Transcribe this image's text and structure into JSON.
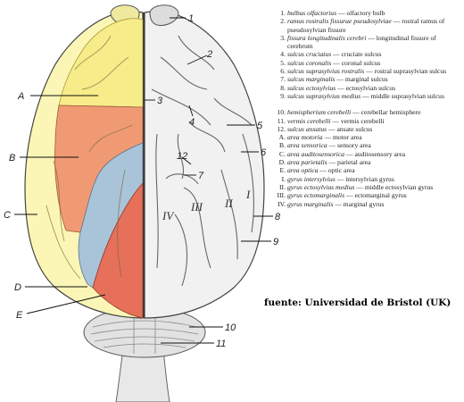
{
  "figure": {
    "left_labels": [
      "A",
      "B",
      "C",
      "D",
      "E"
    ],
    "right_labels": [
      "1",
      "2",
      "3",
      "4",
      "5",
      "6",
      "7",
      "8",
      "9",
      "10",
      "11",
      "12"
    ],
    "gyrus_numerals": [
      "I",
      "II",
      "III",
      "IV"
    ],
    "colors": {
      "motor": "#f7ec8a",
      "sensory": "#f09a74",
      "auditory": "#fbf6b6",
      "parietal": "#a9c4d9",
      "optic": "#e6705a",
      "right_hemisphere": "#f1f1f1",
      "cerebellum": "#e2e2e2"
    }
  },
  "legend": {
    "group1": [
      {
        "key": "1.",
        "term": "bulbus olfactorius",
        "desc": " — olfactory bulb"
      },
      {
        "key": "2.",
        "term": "ramus rostralis fissurae pseudosylviae",
        "desc": " — rostral ramus of pseudosylvian fissure"
      },
      {
        "key": "3.",
        "term": "fissura longitudinalis cerebri",
        "desc": " — longitudinal fissure of cerebrum"
      },
      {
        "key": "4.",
        "term": "sulcus cruciatus",
        "desc": " — cruciate sulcus"
      },
      {
        "key": "5.",
        "term": "sulcus coronalis",
        "desc": " — coronal sulcus"
      },
      {
        "key": "6.",
        "term": "sulcus suprasylvius rostralis",
        "desc": " — rostral suprasylvian sulcus"
      },
      {
        "key": "7.",
        "term": "sulcus marginalis",
        "desc": " — marginal sulcus"
      },
      {
        "key": "8.",
        "term": "sulcus ectosylvius",
        "desc": " — ectosylvian sulcus"
      },
      {
        "key": "9.",
        "term": "sulcus suprasylvius medius",
        "desc": " — middle suprasylvian sulcus"
      }
    ],
    "group2": [
      {
        "key": "10.",
        "term": "hemispherium cerebelli",
        "desc": " — cerebellar hemisphere"
      },
      {
        "key": "11.",
        "term": "vermis cerebelli",
        "desc": " — vermis cerebelli"
      },
      {
        "key": "12.",
        "term": "sulcus ansatus",
        "desc": " — ansate sulcus"
      },
      {
        "key": "A.",
        "term": "area motoria",
        "desc": " — motor area"
      },
      {
        "key": "B.",
        "term": "area sensorica",
        "desc": " — sensory area"
      },
      {
        "key": "C.",
        "term": "area auditosensorica",
        "desc": " — auditosensory area"
      },
      {
        "key": "D.",
        "term": "area parietalis",
        "desc": " — parietal area"
      },
      {
        "key": "E.",
        "term": "area optica",
        "desc": " — optic area"
      },
      {
        "key": "I.",
        "term": "gyrus intersylvius",
        "desc": " — intersylvian gyrus"
      },
      {
        "key": "II.",
        "term": "gyrus ectosylvius medius",
        "desc": " — middle ectosylvian gyrus"
      },
      {
        "key": "III.",
        "term": "gyrus ectomarginalis",
        "desc": " — ectomarginal gyrus"
      },
      {
        "key": "IV.",
        "term": "gyrus marginalis",
        "desc": " — marginal gyrus"
      }
    ]
  },
  "credit": "fuente: Universidad de Bristol (UK)"
}
